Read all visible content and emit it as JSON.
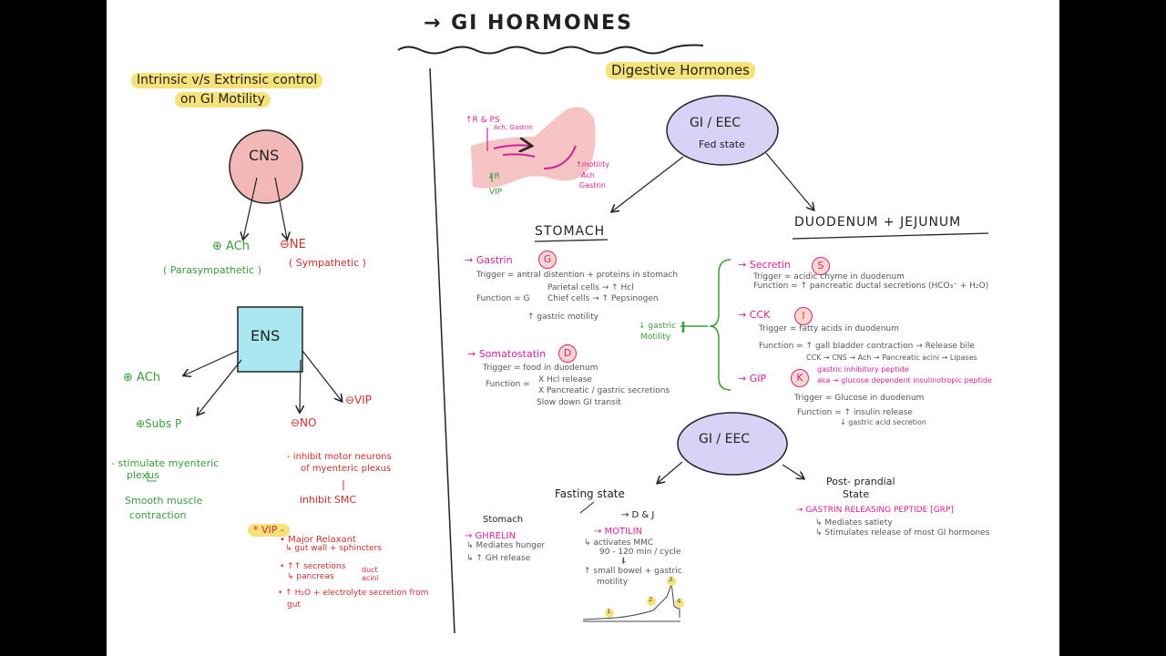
{
  "title": "→ GI HORMONES",
  "left": {
    "heading_line1": "Intrinsic v/s Extrinsic control",
    "heading_line2": "on GI Motility",
    "cns": "CNS",
    "ach_plus": "⊕ ACh",
    "ne_minus": "⊖NE",
    "parasym": "( Parasympathetic )",
    "sym": "( Sympathetic )",
    "ens": "ENS",
    "ens_ach": "⊕ ACh",
    "ens_subsp": "⊕Subs P",
    "ens_no": "⊖NO",
    "ens_vip": "⊖VIP",
    "stim1": "- stimulate myenteric",
    "stim2": "plexus",
    "smooth1": "Smooth muscle",
    "smooth2": "contraction",
    "inhib1": "- inhibit motor neurons",
    "inhib2": "of myenteric plexus",
    "inhib_smc": "inhibit SMC",
    "vip_box": "* VIP -",
    "vip1": "• Major Relaxant",
    "vip1b": "↳ gut wall + sphincters",
    "vip2": "• ↑↑ secretions",
    "vip2b": "↳ pancreas",
    "vip2c": "duct",
    "vip2d": "acini",
    "vip3": "• ↑ H₂O + electrolyte secretion from",
    "vip3b": "gut"
  },
  "right": {
    "heading": "Digestive Hormones",
    "stomach_label1": "↑R & PS",
    "stomach_label2": "Ach, Gastrin",
    "stomach_label3": "↓R",
    "stomach_label4": "VIP",
    "stomach_label5": "↑motility",
    "stomach_label6": "Ach",
    "stomach_label7": "Gastrin",
    "gi_eec": "GI / EEC",
    "fed_state": "Fed state",
    "stomach": "STOMACH",
    "duodenum": "DUODENUM + JEJUNUM",
    "gastrin": "→ Gastrin",
    "gastrin_badge": "G",
    "gastrin_trigger": "Trigger = antral distention + proteins in stomach",
    "gastrin_func": "Function = G",
    "gastrin_f1": "Parietal cells → ↑ Hcl",
    "gastrin_f2": "Chief cells → ↑ Pepsinogen",
    "gastrin_f3": "↑ gastric motility",
    "gastric_motility1": "↓ gastric",
    "gastric_motility2": "Motility",
    "somato": "→ Somatostatin",
    "somato_badge": "D",
    "somato_trigger": "Trigger = food in duodenum",
    "somato_func": "Function =",
    "somato_f1": "X Hcl release",
    "somato_f2": "X Pancreatic / gastric secretions",
    "somato_f3": "Slow down GI transit",
    "secretin": "→ Secretin",
    "secretin_badge": "S",
    "secretin_trigger": "Trigger = acidic chyme in duodenum",
    "secretin_func": "Function = ↑ pancreatic ductal secretions (HCO₃⁻ + H₂O)",
    "cck": "→ CCK",
    "cck_badge": "I",
    "cck_trigger": "Trigger = fatty acids in duodenum",
    "cck_func1": "Function = ↑ gall bladder contraction → Release bile",
    "cck_func2": "CCK → CNS → Ach → Pancreatic acini → Lipases",
    "gip": "→ GIP",
    "gip_badge": "K",
    "gip_name1": "gastric inhibitory peptide",
    "gip_name2": "aka → glucose dependent insulinotropic peptide",
    "gip_trigger": "Trigger = Glucose in duodenum",
    "gip_func1": "Function = ↑ insulin release",
    "gip_func2": "↓ gastric acid secretion",
    "gi_eec2": "GI / EEC",
    "fasting": "Fasting state",
    "postprandial1": "Post- prandial",
    "postprandial2": "State",
    "stomach2": "Stomach",
    "d8j": "→ D & J",
    "ghrelin": "→ GHRELIN",
    "ghrelin1": "↳ Mediates hunger",
    "ghrelin2": "↳ ↑ GH release",
    "motilin": "→ MOTILIN",
    "motilin1": "↳ activates MMC",
    "motilin2": "90 - 120 min / cycle",
    "motilin3": "↓",
    "motilin4": "↑ small bowel + gastric",
    "motilin5": "motility",
    "grp": "→ GASTRIN RELEASING PEPTIDE [GRP]",
    "grp1": "↳ Mediates satiety",
    "grp2": "↳ Stimulates release of most GI hormones",
    "phase1": "1",
    "phase2": "2",
    "phase3": "3",
    "phase4": "4"
  },
  "colors": {
    "cns_fill": "#f2b8b8",
    "ens_fill": "#a8e6f0",
    "gi_fill": "#d9d2f7",
    "highlight": "#f7e27a",
    "green": "#3a9d3a",
    "red": "#c9302c",
    "pink": "#d4219a"
  }
}
